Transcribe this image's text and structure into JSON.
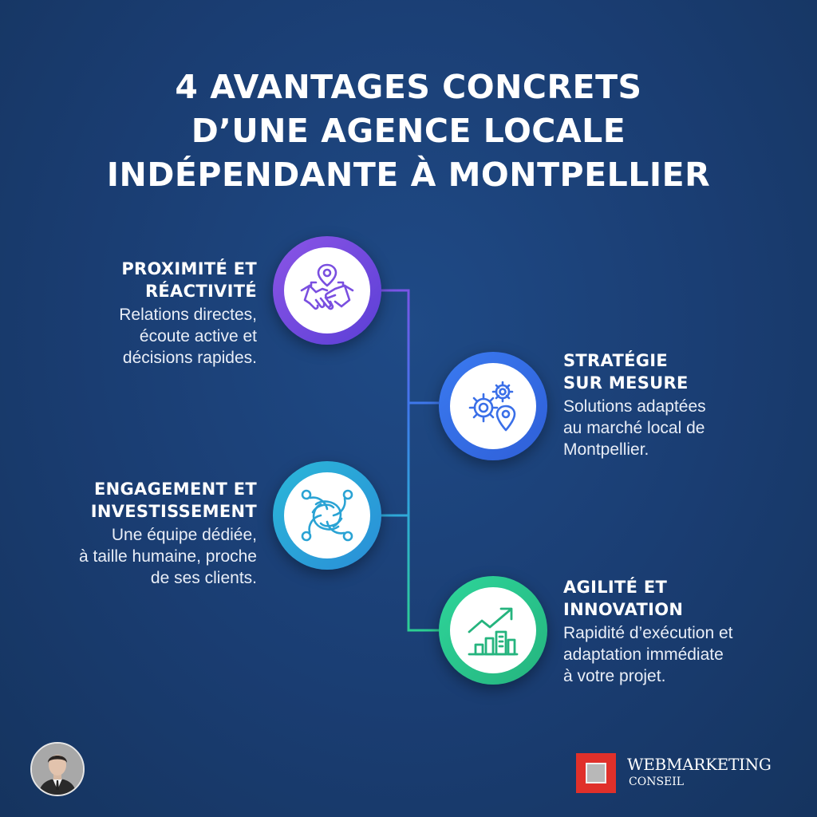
{
  "title": {
    "line1": "4 AVANTAGES CONCRETS",
    "line2": "D’UNE AGENCE LOCALE",
    "line3": "INDÉPENDANTE À MONTPELLIER"
  },
  "items": [
    {
      "heading_line1": "PROXIMITÉ ET",
      "heading_line2": "RÉACTIVITÉ",
      "desc_line1": "Relations directes,",
      "desc_line2": "écoute active et",
      "desc_line3": "décisions rapides.",
      "icon": "handshake-location-icon",
      "color": "#7a4fe0"
    },
    {
      "heading_line1": "STRATÉGIE",
      "heading_line2": "SUR MESURE",
      "desc_line1": "Solutions adaptées",
      "desc_line2": "au marché local de",
      "desc_line3": "Montpellier.",
      "icon": "gears-location-icon",
      "color": "#3a6fe8"
    },
    {
      "heading_line1": "ENGAGEMENT ET",
      "heading_line2": "INVESTISSEMENT",
      "desc_line1": "Une équipe dédiée,",
      "desc_line2": "à taille humaine, proche",
      "desc_line3": "de ses clients.",
      "icon": "team-network-icon",
      "color": "#2aa9d6"
    },
    {
      "heading_line1": "AGILITÉ ET",
      "heading_line2": "INNOVATION",
      "desc_line1": "Rapidité d’exécution et",
      "desc_line2": "adaptation immédiate",
      "desc_line3": "à votre projet.",
      "icon": "growth-chart-icon",
      "color": "#2cc98f"
    }
  ],
  "brand": {
    "name": "WEBMARKETING",
    "sub": "CONSEIL",
    "color": "#e0302a"
  },
  "avatar_icon": "author-photo"
}
